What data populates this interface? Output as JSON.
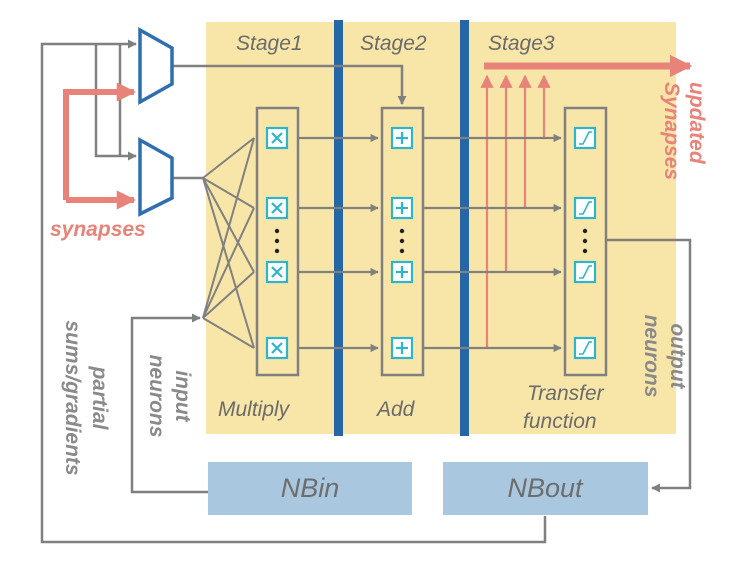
{
  "stages": [
    "Stage1",
    "Stage2",
    "Stage3"
  ],
  "phases": {
    "multiply": "Multiply",
    "add": "Add",
    "transfer_line1": "Transfer",
    "transfer_line2": "function"
  },
  "buffers": {
    "input": "NBin",
    "output": "NBout"
  },
  "side_labels": {
    "synapses": "synapses",
    "updated_line1": "updated",
    "updated_line2": "Synapses",
    "partial_line1": "partial",
    "partial_line2": "sums/gradients",
    "input_line1": "input",
    "input_line2": "neurons",
    "output_line1": "output",
    "output_line2": "neurons"
  },
  "icons": {
    "multiplier": "multiply-icon",
    "adder": "plus-icon",
    "transfer": "sigmoid-icon",
    "mux": "multiplexer-icon"
  },
  "colors": {
    "stage_bg": "#f8e6a8",
    "stage_divider": "#2566a6",
    "gray_line": "#808080",
    "salmon": "#e8837a",
    "mux_stroke": "#2e6fb0",
    "icon_cyan": "#2fb5cb",
    "buffer_fill": "#a9c8e0",
    "buffer_text": "#6d6d6d"
  }
}
